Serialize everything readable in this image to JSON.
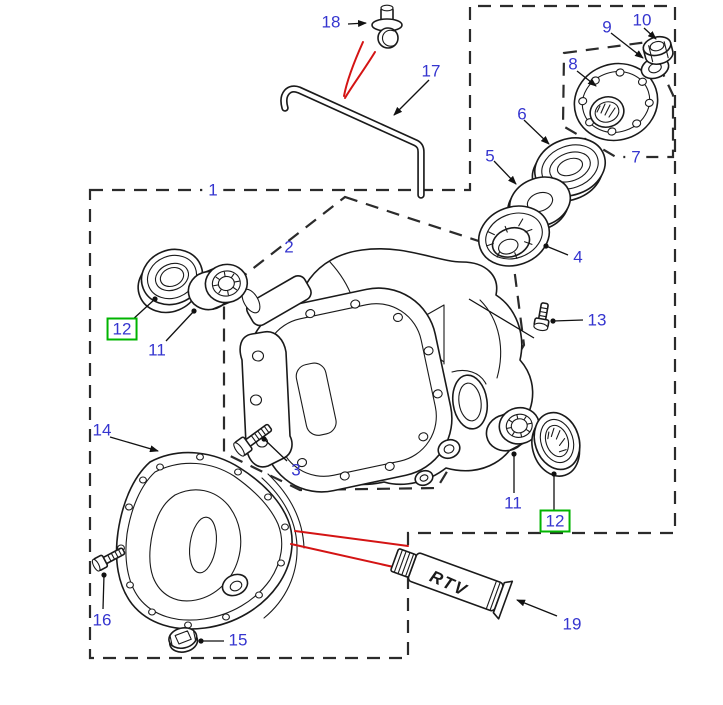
{
  "diagram": {
    "colors": {
      "label_blue": "#3535cf",
      "highlight_green": "#00b400",
      "indicator_red": "#d41414",
      "line_art": "#1a1a1a",
      "dashed_box": "#2b2b2b",
      "background": "#ffffff"
    },
    "rtv_label": "RTV",
    "callouts": {
      "n1": {
        "text": "1",
        "boxed": false
      },
      "n2": {
        "text": "2",
        "boxed": false
      },
      "n3": {
        "text": "3",
        "boxed": false
      },
      "n4": {
        "text": "4",
        "boxed": false
      },
      "n5": {
        "text": "5",
        "boxed": false
      },
      "n6": {
        "text": "6",
        "boxed": false
      },
      "n7": {
        "text": "7",
        "boxed": false
      },
      "n8": {
        "text": "8",
        "boxed": false
      },
      "n9": {
        "text": "9",
        "boxed": false
      },
      "n10": {
        "text": "10",
        "boxed": false
      },
      "n11_left": {
        "text": "11",
        "boxed": false
      },
      "n11_right": {
        "text": "11",
        "boxed": false
      },
      "n12_left": {
        "text": "12",
        "boxed": true
      },
      "n12_right": {
        "text": "12",
        "boxed": true
      },
      "n13": {
        "text": "13",
        "boxed": false
      },
      "n14": {
        "text": "14",
        "boxed": false
      },
      "n15": {
        "text": "15",
        "boxed": false
      },
      "n16": {
        "text": "16",
        "boxed": false
      },
      "n17": {
        "text": "17",
        "boxed": false
      },
      "n18": {
        "text": "18",
        "boxed": false
      },
      "n19": {
        "text": "19",
        "boxed": false
      }
    }
  }
}
